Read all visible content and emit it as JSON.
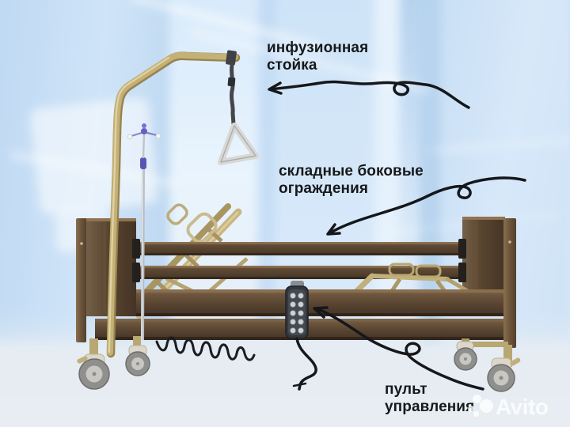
{
  "annotations": {
    "infusion_stand": {
      "line1": "инфузионная",
      "line2": "стойка"
    },
    "side_rails": {
      "line1": "складные боковые",
      "line2": "ограждения"
    },
    "remote": {
      "line1": "пульт",
      "line2": "управления"
    }
  },
  "watermark": {
    "brand": "Avito"
  },
  "scene": {
    "subject": "wooden electric hospital bed with raised backrest and leg rest",
    "remote_button_rows": 5,
    "remote_button_cols": 2,
    "caster_count": 4
  },
  "colors": {
    "background_blue": "#cfe3f6",
    "corridor_light": "#e9f4fd",
    "wood_dark": "#4d3a29",
    "wood_mid": "#6b543d",
    "gold_metal": "#b9a772",
    "iv_pole_purple": "#6a5fc0",
    "handle_gray": "#d8d8d6",
    "remote_body": "#3a3e44",
    "label_text": "#17181a",
    "arrow_black": "#15171a",
    "watermark_white": "#ffffff"
  }
}
